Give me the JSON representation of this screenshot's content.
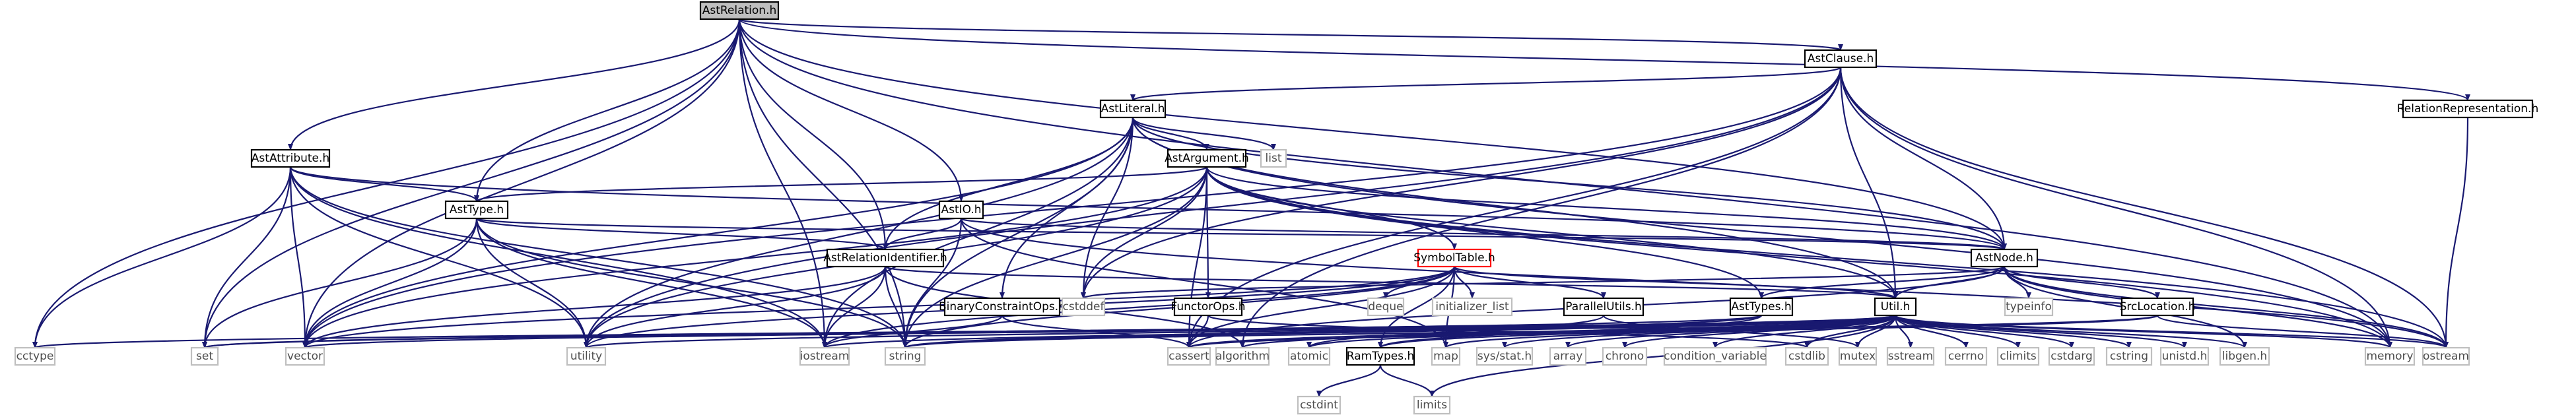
{
  "title": "AstRelation.h",
  "colors": {
    "edge": "#191970",
    "root_fill": "#bfbfbf",
    "root_stroke": "#000000",
    "node_stroke": "#000000",
    "external_stroke": "#bfbfbf",
    "external_text": "#4d4d4d",
    "highlight_stroke": "#ff0000",
    "text": "#000000"
  },
  "nodes": {
    "AstRelation_h": {
      "label": "AstRelation.h",
      "kind": "root"
    },
    "AstClause_h": {
      "label": "AstClause.h",
      "kind": "file"
    },
    "AstLiteral_h": {
      "label": "AstLiteral.h",
      "kind": "file"
    },
    "AstAttribute_h": {
      "label": "AstAttribute.h",
      "kind": "file"
    },
    "AstArgument_h": {
      "label": "AstArgument.h",
      "kind": "file"
    },
    "AstType_h": {
      "label": "AstType.h",
      "kind": "file"
    },
    "AstIO_h": {
      "label": "AstIO.h",
      "kind": "file"
    },
    "AstRelationIdentifier_h": {
      "label": "AstRelationIdentifier.h",
      "kind": "file"
    },
    "AstNode_h": {
      "label": "AstNode.h",
      "kind": "file"
    },
    "SymbolTable_h": {
      "label": "SymbolTable.h",
      "kind": "highlight"
    },
    "RelationRepresentation_h": {
      "label": "RelationRepresentation.h",
      "kind": "file"
    },
    "BinaryConstraintOps_h": {
      "label": "BinaryConstraintOps.h",
      "kind": "file"
    },
    "FunctorOps_h": {
      "label": "FunctorOps.h",
      "kind": "file"
    },
    "ParallelUtils_h": {
      "label": "ParallelUtils.h",
      "kind": "file"
    },
    "AstTypes_h": {
      "label": "AstTypes.h",
      "kind": "file"
    },
    "Util_h": {
      "label": "Util.h",
      "kind": "file"
    },
    "SrcLocation_h": {
      "label": "SrcLocation.h",
      "kind": "file"
    },
    "RamTypes_h": {
      "label": "RamTypes.h",
      "kind": "file"
    },
    "list": {
      "label": "list",
      "kind": "external"
    },
    "cstddef": {
      "label": "cstddef",
      "kind": "external"
    },
    "deque": {
      "label": "deque",
      "kind": "external"
    },
    "initializer_list": {
      "label": "initializer_list",
      "kind": "external"
    },
    "typeinfo": {
      "label": "typeinfo",
      "kind": "external"
    },
    "cctype": {
      "label": "cctype",
      "kind": "external"
    },
    "set": {
      "label": "set",
      "kind": "external"
    },
    "vector": {
      "label": "vector",
      "kind": "external"
    },
    "utility": {
      "label": "utility",
      "kind": "external"
    },
    "iostream": {
      "label": "iostream",
      "kind": "external"
    },
    "string": {
      "label": "string",
      "kind": "external"
    },
    "cassert": {
      "label": "cassert",
      "kind": "external"
    },
    "algorithm": {
      "label": "algorithm",
      "kind": "external"
    },
    "atomic": {
      "label": "atomic",
      "kind": "external"
    },
    "map": {
      "label": "map",
      "kind": "external"
    },
    "sys_stat_h": {
      "label": "sys/stat.h",
      "kind": "external"
    },
    "array": {
      "label": "array",
      "kind": "external"
    },
    "chrono": {
      "label": "chrono",
      "kind": "external"
    },
    "condition_variable": {
      "label": "condition_variable",
      "kind": "external"
    },
    "cstdlib": {
      "label": "cstdlib",
      "kind": "external"
    },
    "mutex": {
      "label": "mutex",
      "kind": "external"
    },
    "sstream": {
      "label": "sstream",
      "kind": "external"
    },
    "cerrno": {
      "label": "cerrno",
      "kind": "external"
    },
    "climits": {
      "label": "climits",
      "kind": "external"
    },
    "cstdarg": {
      "label": "cstdarg",
      "kind": "external"
    },
    "cstring": {
      "label": "cstring",
      "kind": "external"
    },
    "unistd_h": {
      "label": "unistd.h",
      "kind": "external"
    },
    "libgen_h": {
      "label": "libgen.h",
      "kind": "external"
    },
    "memory": {
      "label": "memory",
      "kind": "external"
    },
    "ostream": {
      "label": "ostream",
      "kind": "external"
    },
    "cstdint": {
      "label": "cstdint",
      "kind": "external"
    },
    "limits": {
      "label": "limits",
      "kind": "external"
    }
  },
  "edges": [
    [
      "AstRelation_h",
      "AstClause_h"
    ],
    [
      "AstRelation_h",
      "AstAttribute_h"
    ],
    [
      "AstRelation_h",
      "AstType_h"
    ],
    [
      "AstRelation_h",
      "AstIO_h"
    ],
    [
      "AstRelation_h",
      "AstRelationIdentifier_h"
    ],
    [
      "AstRelation_h",
      "AstNode_h"
    ],
    [
      "AstRelation_h",
      "RelationRepresentation_h"
    ],
    [
      "AstRelation_h",
      "cctype"
    ],
    [
      "AstRelation_h",
      "set"
    ],
    [
      "AstRelation_h",
      "vector"
    ],
    [
      "AstRelation_h",
      "iostream"
    ],
    [
      "AstRelation_h",
      "string"
    ],
    [
      "AstRelation_h",
      "memory"
    ],
    [
      "AstClause_h",
      "AstLiteral_h"
    ],
    [
      "AstClause_h",
      "AstNode_h"
    ],
    [
      "AstClause_h",
      "Util_h"
    ],
    [
      "AstClause_h",
      "cstddef"
    ],
    [
      "AstClause_h",
      "vector"
    ],
    [
      "AstClause_h",
      "utility"
    ],
    [
      "AstClause_h",
      "cassert"
    ],
    [
      "AstClause_h",
      "memory"
    ],
    [
      "AstClause_h",
      "ostream"
    ],
    [
      "AstClause_h",
      "algorithm"
    ],
    [
      "AstLiteral_h",
      "AstArgument_h"
    ],
    [
      "AstLiteral_h",
      "AstNode_h"
    ],
    [
      "AstLiteral_h",
      "AstRelationIdentifier_h"
    ],
    [
      "AstLiteral_h",
      "BinaryConstraintOps_h"
    ],
    [
      "AstLiteral_h",
      "Util_h"
    ],
    [
      "AstLiteral_h",
      "list"
    ],
    [
      "AstLiteral_h",
      "iostream"
    ],
    [
      "AstLiteral_h",
      "string"
    ],
    [
      "AstLiteral_h",
      "vector"
    ],
    [
      "AstLiteral_h",
      "cstddef"
    ],
    [
      "AstLiteral_h",
      "memory"
    ],
    [
      "AstLiteral_h",
      "utility"
    ],
    [
      "AstAttribute_h",
      "AstType_h"
    ],
    [
      "AstAttribute_h",
      "AstNode_h"
    ],
    [
      "AstAttribute_h",
      "cctype"
    ],
    [
      "AstAttribute_h",
      "set"
    ],
    [
      "AstAttribute_h",
      "vector"
    ],
    [
      "AstAttribute_h",
      "utility"
    ],
    [
      "AstAttribute_h",
      "iostream"
    ],
    [
      "AstAttribute_h",
      "string"
    ],
    [
      "AstArgument_h",
      "AstType_h"
    ],
    [
      "AstArgument_h",
      "AstNode_h"
    ],
    [
      "AstArgument_h",
      "AstTypes_h"
    ],
    [
      "AstArgument_h",
      "FunctorOps_h"
    ],
    [
      "AstArgument_h",
      "SymbolTable_h"
    ],
    [
      "AstArgument_h",
      "Util_h"
    ],
    [
      "AstArgument_h",
      "cassert"
    ],
    [
      "AstArgument_h",
      "cstddef"
    ],
    [
      "AstArgument_h",
      "string"
    ],
    [
      "AstArgument_h",
      "vector"
    ],
    [
      "AstArgument_h",
      "utility"
    ],
    [
      "AstArgument_h",
      "ostream"
    ],
    [
      "AstArgument_h",
      "memory"
    ],
    [
      "AstType_h",
      "AstNode_h"
    ],
    [
      "AstType_h",
      "AstRelationIdentifier_h"
    ],
    [
      "AstType_h",
      "set"
    ],
    [
      "AstType_h",
      "vector"
    ],
    [
      "AstType_h",
      "utility"
    ],
    [
      "AstType_h",
      "iostream"
    ],
    [
      "AstType_h",
      "string"
    ],
    [
      "AstIO_h",
      "AstNode_h"
    ],
    [
      "AstIO_h",
      "AstRelationIdentifier_h"
    ],
    [
      "AstIO_h",
      "map"
    ],
    [
      "AstIO_h",
      "string"
    ],
    [
      "AstIO_h",
      "ostream"
    ],
    [
      "AstRelationIdentifier_h",
      "Util_h"
    ],
    [
      "AstRelationIdentifier_h",
      "vector"
    ],
    [
      "AstRelationIdentifier_h",
      "utility"
    ],
    [
      "AstRelationIdentifier_h",
      "iostream"
    ],
    [
      "AstRelationIdentifier_h",
      "string"
    ],
    [
      "AstRelationIdentifier_h",
      "algorithm"
    ],
    [
      "AstNode_h",
      "AstTypes_h"
    ],
    [
      "AstNode_h",
      "SrcLocation_h"
    ],
    [
      "AstNode_h",
      "Util_h"
    ],
    [
      "AstNode_h",
      "typeinfo"
    ],
    [
      "AstNode_h",
      "cstddef"
    ],
    [
      "AstNode_h",
      "memory"
    ],
    [
      "AstNode_h",
      "ostream"
    ],
    [
      "AstNode_h",
      "libgen_h"
    ],
    [
      "AstNode_h",
      "cassert"
    ],
    [
      "SymbolTable_h",
      "ParallelUtils_h"
    ],
    [
      "SymbolTable_h",
      "RamTypes_h"
    ],
    [
      "SymbolTable_h",
      "Util_h"
    ],
    [
      "SymbolTable_h",
      "deque"
    ],
    [
      "SymbolTable_h",
      "initializer_list"
    ],
    [
      "SymbolTable_h",
      "iostream"
    ],
    [
      "SymbolTable_h",
      "string"
    ],
    [
      "SymbolTable_h",
      "cassert"
    ],
    [
      "SymbolTable_h",
      "map"
    ],
    [
      "SymbolTable_h",
      "utility"
    ],
    [
      "SymbolTable_h",
      "vector"
    ],
    [
      "RelationRepresentation_h",
      "ostream"
    ],
    [
      "BinaryConstraintOps_h",
      "cassert"
    ],
    [
      "BinaryConstraintOps_h",
      "iostream"
    ],
    [
      "FunctorOps_h",
      "cassert"
    ],
    [
      "FunctorOps_h",
      "cstdlib"
    ],
    [
      "ParallelUtils_h",
      "atomic"
    ],
    [
      "ParallelUtils_h",
      "mutex"
    ],
    [
      "AstTypes_h",
      "RamTypes_h"
    ],
    [
      "AstTypes_h",
      "string"
    ],
    [
      "AstTypes_h",
      "set"
    ],
    [
      "Util_h",
      "RamTypes_h"
    ],
    [
      "Util_h",
      "algorithm"
    ],
    [
      "Util_h",
      "array"
    ],
    [
      "Util_h",
      "cassert"
    ],
    [
      "Util_h",
      "cctype"
    ],
    [
      "Util_h",
      "cerrno"
    ],
    [
      "Util_h",
      "chrono"
    ],
    [
      "Util_h",
      "climits"
    ],
    [
      "Util_h",
      "condition_variable"
    ],
    [
      "Util_h",
      "cstdarg"
    ],
    [
      "Util_h",
      "cstdlib"
    ],
    [
      "Util_h",
      "cstring"
    ],
    [
      "Util_h",
      "iostream"
    ],
    [
      "Util_h",
      "map"
    ],
    [
      "Util_h",
      "memory"
    ],
    [
      "Util_h",
      "mutex"
    ],
    [
      "Util_h",
      "set"
    ],
    [
      "Util_h",
      "sstream"
    ],
    [
      "Util_h",
      "string"
    ],
    [
      "Util_h",
      "utility"
    ],
    [
      "Util_h",
      "vector"
    ],
    [
      "Util_h",
      "sys_stat_h"
    ],
    [
      "Util_h",
      "unistd_h"
    ],
    [
      "Util_h",
      "libgen_h"
    ],
    [
      "Util_h",
      "atomic"
    ],
    [
      "Util_h",
      "ostream"
    ],
    [
      "Util_h",
      "limits"
    ],
    [
      "SrcLocation_h",
      "cassert"
    ],
    [
      "SrcLocation_h",
      "string"
    ],
    [
      "SrcLocation_h",
      "ostream"
    ],
    [
      "RamTypes_h",
      "cstdint"
    ],
    [
      "RamTypes_h",
      "limits"
    ]
  ]
}
